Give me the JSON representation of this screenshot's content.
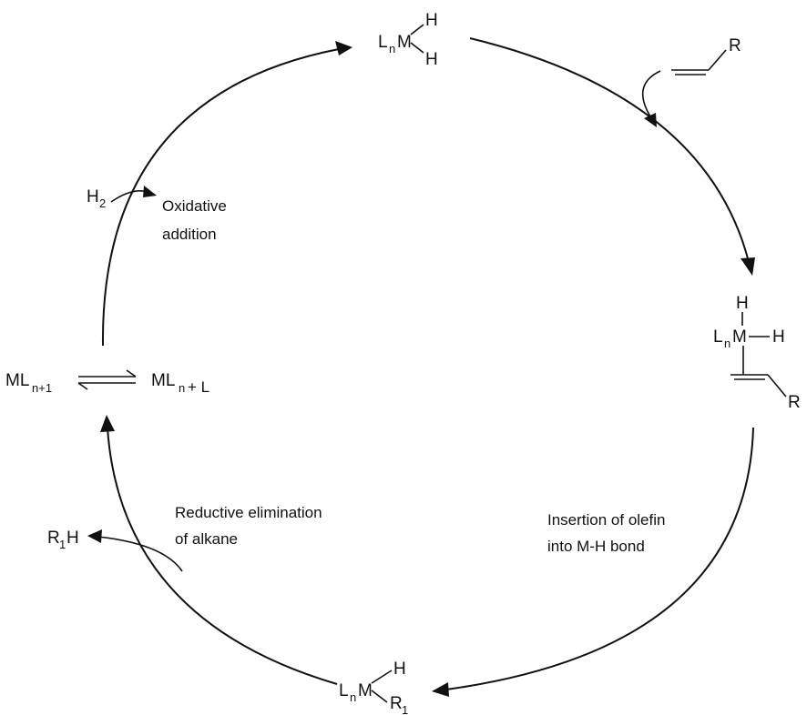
{
  "species": {
    "dihydride": {
      "Ln": "L",
      "n": "n",
      "M": "M",
      "H1": "H",
      "H2": "H"
    },
    "olefin_reactant": {
      "R": "R"
    },
    "olefin_complex": {
      "H_top": "H",
      "Ln": "L",
      "n": "n",
      "M": "M",
      "H_right": "H",
      "R": "R"
    },
    "alkyl_hydride": {
      "Ln": "L",
      "n": "n",
      "M": "M",
      "H": "H",
      "R": "R",
      "sub1": "1"
    },
    "precursor": {
      "ML": "ML",
      "n_plus_1": "n+1",
      "MLn": "ML",
      "n": "n",
      "plus_L": "+ L"
    },
    "h2": {
      "H": "H",
      "sub": "2"
    },
    "product": {
      "R": "R",
      "sub": "1",
      "H": "H"
    }
  },
  "labels": {
    "oxidative_1": "Oxidative",
    "oxidative_2": "addition",
    "insertion_1": "Insertion of olefin",
    "insertion_2": "into M-H bond",
    "reductive_1": "Reductive elimination",
    "reductive_2": "of alkane"
  }
}
